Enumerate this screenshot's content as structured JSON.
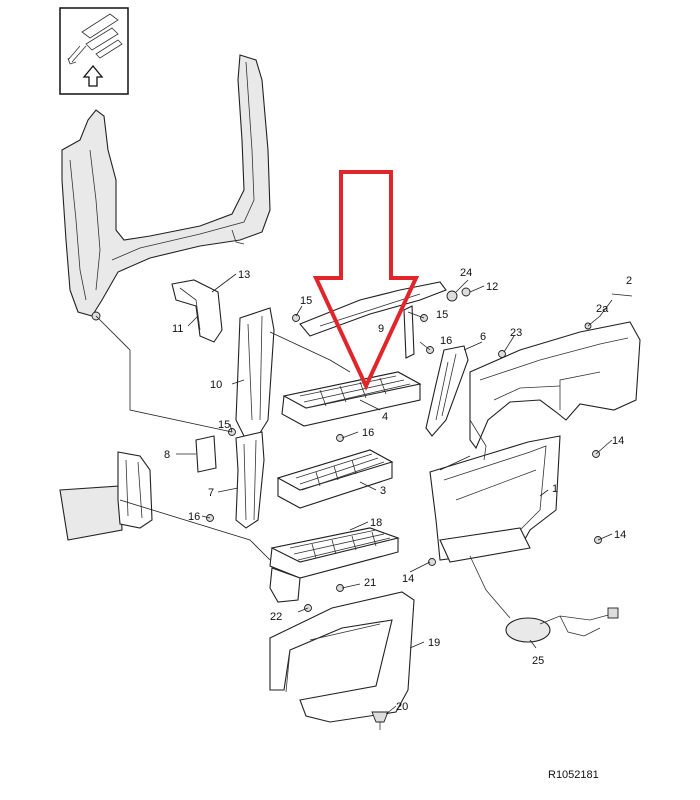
{
  "labels": {
    "l1": "1",
    "l2": "2",
    "l2a": "2a",
    "l3": "3",
    "l4": "4",
    "l6": "6",
    "l7": "7",
    "l8": "8",
    "l9": "9",
    "l10": "10",
    "l11": "11",
    "l12": "12",
    "l13": "13",
    "l14a": "14",
    "l14b": "14",
    "l14c": "14",
    "l15a": "15",
    "l15b": "15",
    "l15c": "15",
    "l16a": "16",
    "l16b": "16",
    "l16c": "16",
    "l18": "18",
    "l19": "19",
    "l20": "20",
    "l21": "21",
    "l22": "22",
    "l23": "23",
    "l24": "24",
    "l25": "25"
  },
  "reference": "R1052181",
  "colors": {
    "arrow": "#e0262b",
    "line": "#222222"
  },
  "icons": {
    "orientation": "orientation-inset-icon",
    "pointer": "red-down-arrow-icon"
  }
}
